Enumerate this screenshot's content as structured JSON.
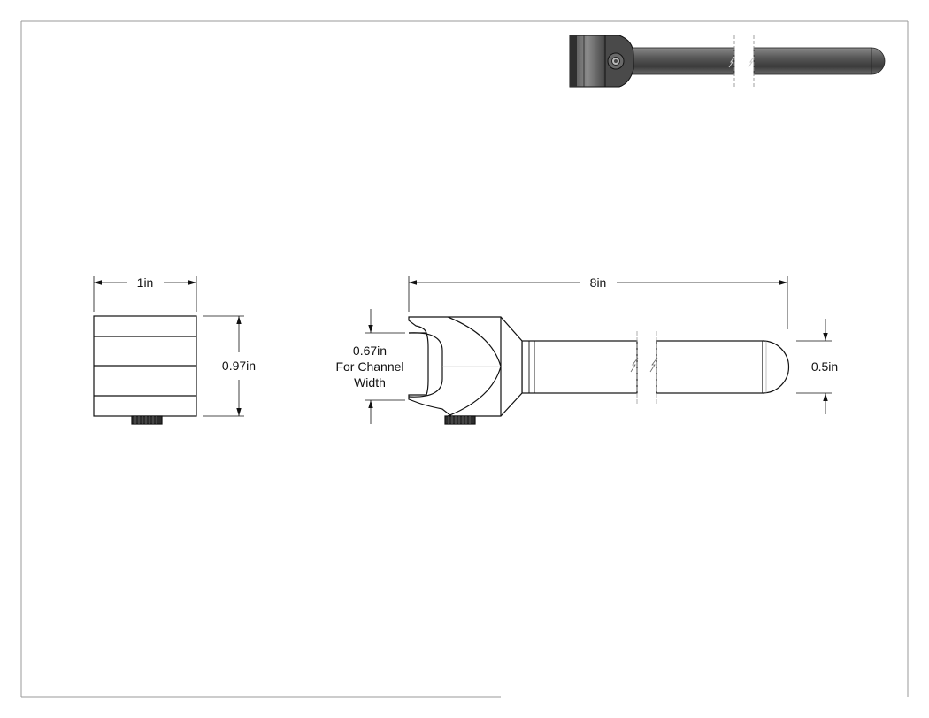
{
  "dimensions": {
    "side_width": "1in",
    "side_height": "0.97in",
    "overall_length": "8in",
    "channel_width_value": "0.67in",
    "channel_width_line1": "For Channel",
    "channel_width_line2": "Width",
    "rod_diameter": "0.5in"
  },
  "colors": {
    "line": "#111111",
    "part_fill": "#ffffff",
    "render_dark": "#3d3d3d",
    "render_mid": "#6a6a6a",
    "render_light": "#9a9a9a"
  }
}
